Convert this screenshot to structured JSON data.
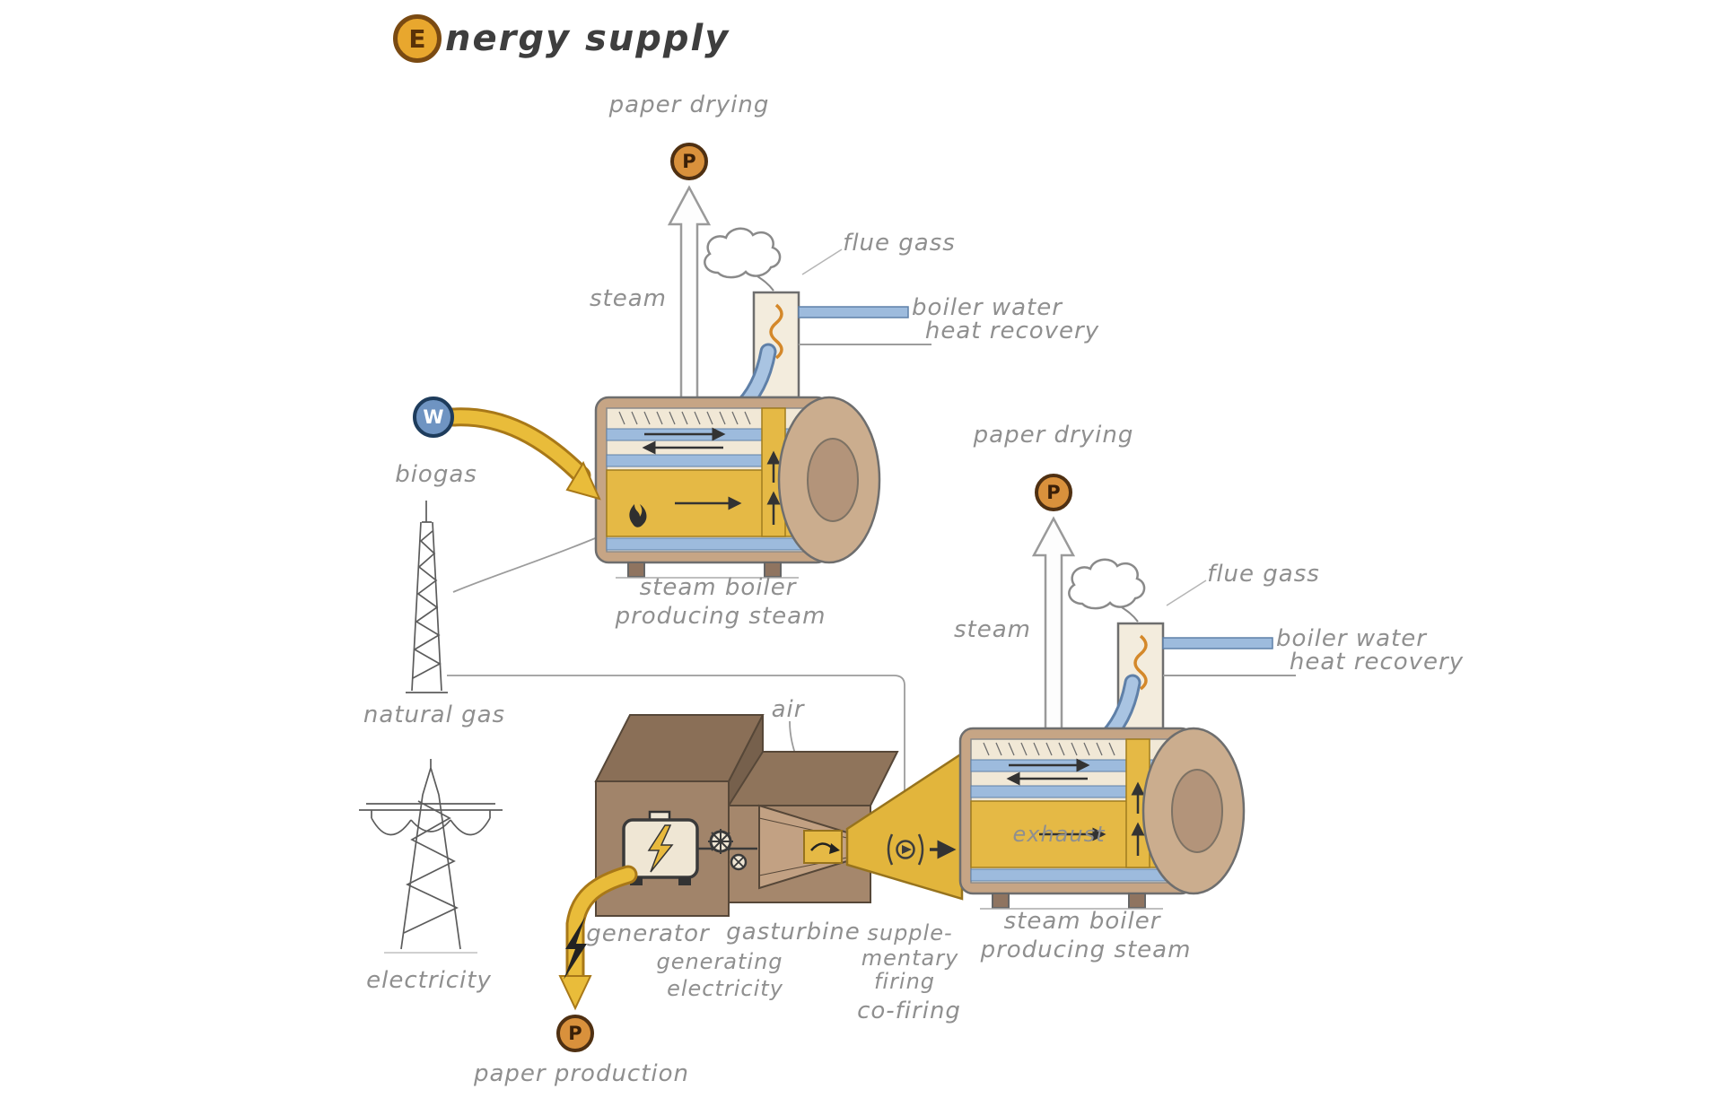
{
  "title": {
    "initial": "E",
    "rest": "nergy supply"
  },
  "badges": {
    "p": "P",
    "w": "W"
  },
  "labels": {
    "paper_drying_1": "paper drying",
    "steam_1": "steam",
    "flue_gas_1": "flue gass",
    "boiler_water_1": "boiler water",
    "heat_recovery_1": "heat recovery",
    "biogas": "biogas",
    "boiler_caption_1a": "steam boiler",
    "boiler_caption_1b": "producing steam",
    "natural_gas": "natural gas",
    "electricity_source": "electricity",
    "paper_drying_2": "paper drying",
    "steam_2": "steam",
    "flue_gas_2": "flue gass",
    "boiler_water_2": "boiler water",
    "heat_recovery_2": "heat recovery",
    "air": "air",
    "exhaust": "exhaust",
    "generator": "generator",
    "gasturbine": "gasturbine",
    "generating_1": "generating",
    "generating_2": "electricity",
    "supplementary_1": "supple-",
    "supplementary_2": "mentary",
    "supplementary_3": "firing",
    "co_firing": "co-firing",
    "boiler_caption_2a": "steam boiler",
    "boiler_caption_2b": "producing steam",
    "paper_production": "paper production"
  },
  "colors": {
    "accent_yellow": "#e5b945",
    "accent_blue": "#9dbbdd",
    "boiler_tan": "#c6a585",
    "badge_orange": "#d9913c",
    "badge_blue": "#6f94c2",
    "label_gray": "#8f8f8f"
  }
}
